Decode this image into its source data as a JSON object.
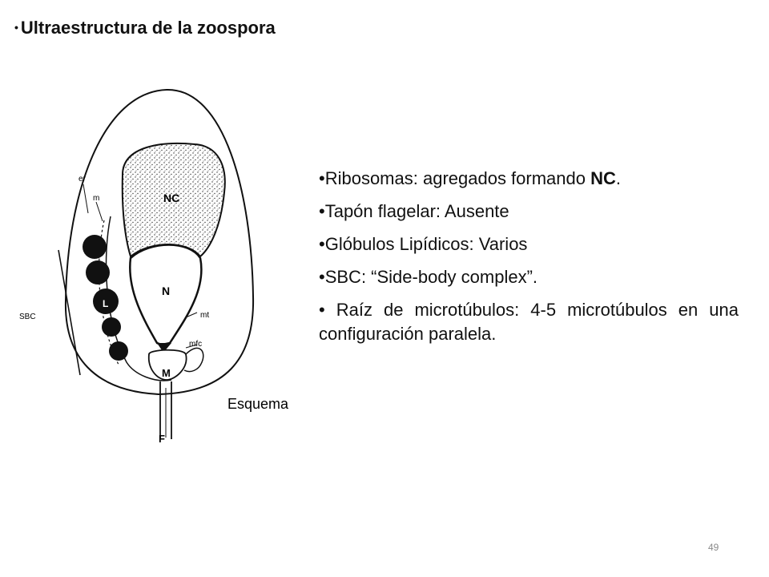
{
  "slide": {
    "title_bullet": "•",
    "title": "Ultraestructura de la zoospora",
    "page_number": "49"
  },
  "figure": {
    "labels": {
      "nc": "NC",
      "n": "N",
      "m": "M",
      "f": "F",
      "l": "L",
      "er": "er",
      "m_small": "m",
      "mt": "mt",
      "mfc": "mfc",
      "sbc": "SBC",
      "caption": "Esquema"
    }
  },
  "bullets": [
    {
      "bullet": "•",
      "text": "Ribosomas: agregados formando ",
      "bold": "NC",
      "after": "."
    },
    {
      "bullet": "•",
      "text": "Tapón flagelar: Ausente"
    },
    {
      "bullet": "•",
      "text": "Glóbulos Lipídicos: Varios"
    },
    {
      "bullet": "•",
      "text": "SBC: “Side-body complex”."
    },
    {
      "bullet": "• ",
      "text": "Raíz de microtúbulos: 4-5 microtúbulos en una configuración paralela."
    }
  ]
}
